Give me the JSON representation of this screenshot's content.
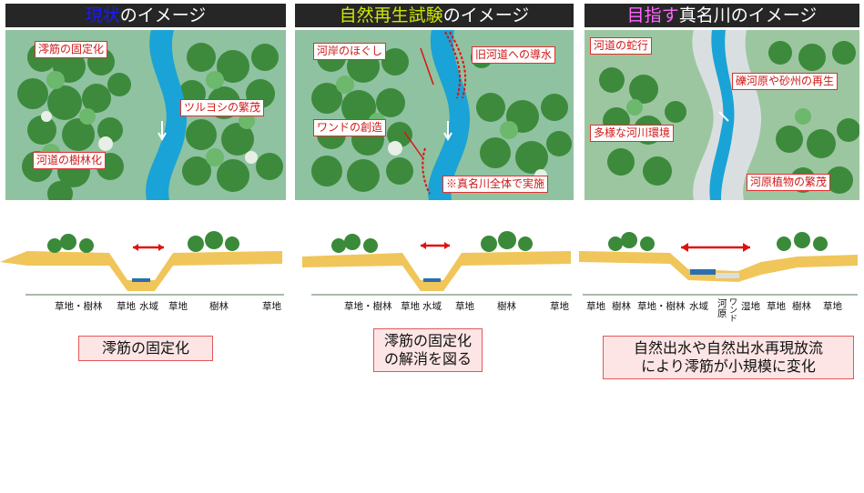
{
  "panels": [
    {
      "title_emphasis": "現状",
      "title_rest": "のイメージ",
      "emphasis_color": "#1a1aff",
      "labels": [
        "澪筋の固定化",
        "ツルヨシの繁茂",
        "河道の樹林化"
      ],
      "section_ticks": [
        "草地・樹林",
        "草地",
        "水域",
        "草地",
        "樹林",
        "草地"
      ],
      "caption": [
        "澪筋の固定化"
      ]
    },
    {
      "title_emphasis": "自然再生試験",
      "title_rest": "のイメージ",
      "emphasis_color": "#cce600",
      "labels": [
        "河岸のほぐし",
        "旧河道への導水",
        "ワンドの創造",
        "※真名川全体で実施"
      ],
      "section_ticks": [
        "草地・樹林",
        "草地",
        "水域",
        "草地",
        "樹林",
        "草地"
      ],
      "caption": [
        "澪筋の固定化",
        "の解消を図る"
      ]
    },
    {
      "title_emphasis": "目指す",
      "title_rest": "真名川のイメージ",
      "emphasis_color": "#ff66ff",
      "labels": [
        "河道の蛇行",
        "礫河原や砂州の再生",
        "多様な河川環境",
        "河原植物の繁茂"
      ],
      "section_ticks": [
        "草地",
        "樹林",
        "草地・樹林",
        "水域",
        "河原",
        "ワンド",
        "湿地",
        "草地",
        "樹林",
        "草地"
      ],
      "caption": [
        "自然出水や自然出水再現放流",
        "により澪筋が小規模に変化"
      ]
    }
  ],
  "colors": {
    "label_border": "#e03030",
    "arrow": "#e01010",
    "caption_fill": "#fde5e5"
  }
}
